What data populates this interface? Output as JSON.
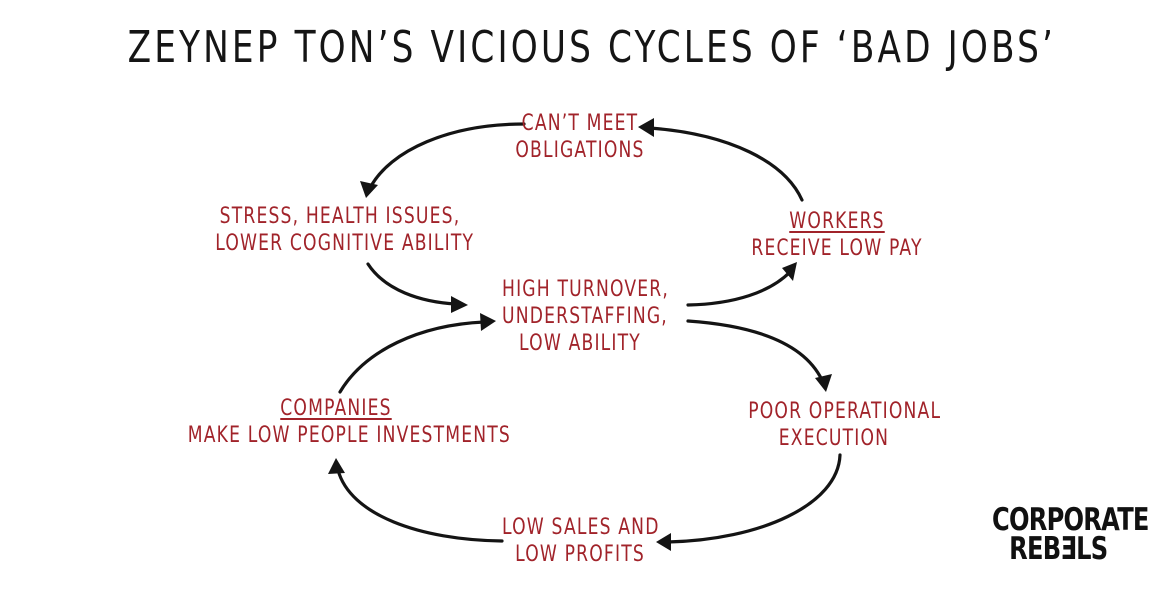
{
  "diagram": {
    "title": "ZEYNEP TON’S VICIOUS CYCLES OF ‘BAD JOBS’",
    "nodes": {
      "cant_meet": {
        "lines": [
          "CAN’T MEET",
          "OBLIGATIONS"
        ]
      },
      "stress": {
        "lines": [
          "STRESS, HEALTH ISSUES,",
          "LOWER COGNITIVE ABILITY"
        ]
      },
      "workers": {
        "underlined": "WORKERS",
        "lines": [
          "RECEIVE LOW PAY"
        ]
      },
      "center": {
        "lines": [
          "HIGH TURNOVER,",
          "UNDERSTAFFING,",
          "LOW ABILITY"
        ]
      },
      "companies": {
        "underlined": "COMPANIES",
        "lines": [
          "MAKE LOW PEOPLE INVESTMENTS"
        ]
      },
      "poor_ops": {
        "lines": [
          "POOR OPERATIONAL",
          "EXECUTION"
        ]
      },
      "low_sales": {
        "lines": [
          "LOW SALES AND",
          "LOW PROFITS"
        ]
      }
    },
    "logo": {
      "line1": "CORPORATE",
      "line2": "REBƎLS"
    },
    "colors": {
      "node_text": "#a1232a",
      "title_text": "#151515",
      "arrows": "#141414",
      "background": "#ffffff"
    }
  }
}
